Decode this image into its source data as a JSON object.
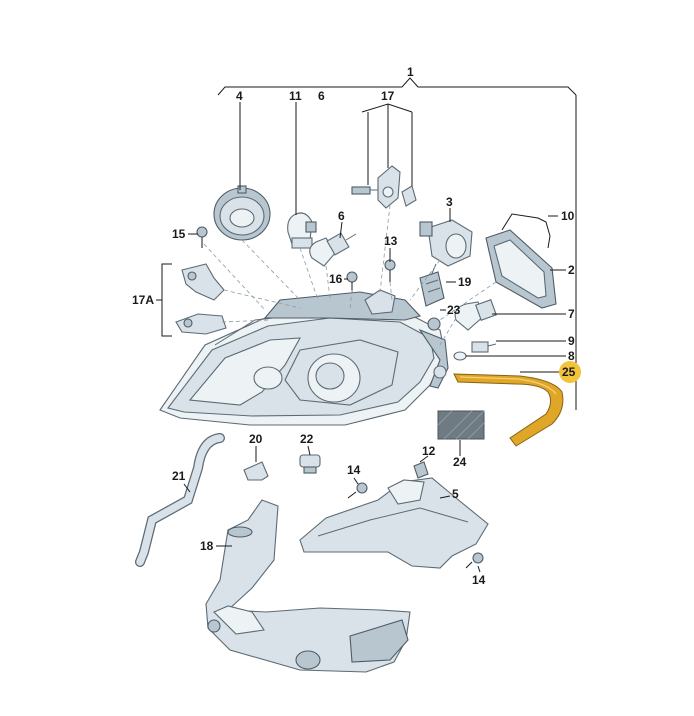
{
  "callouts": {
    "c1": "1",
    "c2": "2",
    "c3": "3",
    "c4": "4",
    "c5": "5",
    "c6a": "6",
    "c6b": "6",
    "c7": "7",
    "c8": "8",
    "c9": "9",
    "c10": "10",
    "c11": "11",
    "c12": "12",
    "c13": "13",
    "c14a": "14",
    "c14b": "14",
    "c15": "15",
    "c16": "16",
    "c17": "17",
    "c17a": "17A",
    "c18": "18",
    "c19": "19",
    "c20": "20",
    "c21": "21",
    "c22": "22",
    "c23": "23",
    "c24": "24",
    "c25": "25"
  },
  "colors": {
    "part_fill": "#d9e2e8",
    "part_stroke": "#5d6b75",
    "highlight_part": "#e0a628",
    "highlight_circle": "#f3c33b"
  }
}
